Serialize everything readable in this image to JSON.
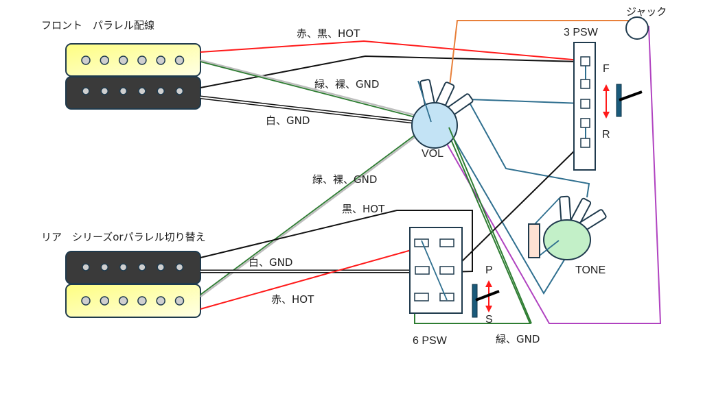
{
  "title": "フロント パラレル配線 / リア シリーズorパラレル切り替え",
  "labels": {
    "front_pickup": "フロント　パラレル配線",
    "rear_pickup": "リア　シリーズorパラレル切り替え",
    "wire_red_black_hot": "赤、黒、HOT",
    "wire_green_bare_gnd_front": "緑、裸、GND",
    "wire_white_gnd_front": "白、GND",
    "wire_green_bare_gnd_rear": "緑、裸、GND",
    "wire_black_hot_rear": "黒、HOT",
    "wire_white_gnd_rear": "白、GND",
    "wire_red_hot_rear": "赤、HOT",
    "wire_green_gnd": "緑、GND",
    "vol": "VOL",
    "tone": "TONE",
    "jack": "ジャック",
    "switch_3p": "3 PSW",
    "switch_6p": "6 PSW",
    "pos_f": "F",
    "pos_r": "R",
    "pos_p": "P",
    "pos_s": "S"
  },
  "colors": {
    "hot_red": "#ff1a1a",
    "black": "#111111",
    "green": "#2e7d32",
    "bare": "#bdbdbd",
    "blue_wire": "#2f6f8f",
    "purple": "#b042c0",
    "orange": "#e8803a",
    "pickup_dark": "#3a3a3a",
    "pickup_yellow": "#fdfdb0",
    "vol_fill": "#c3e3f5",
    "tone_fill": "#c3f0c8",
    "cap_fill": "#fde1d3",
    "outline": "#1f3a4d"
  }
}
